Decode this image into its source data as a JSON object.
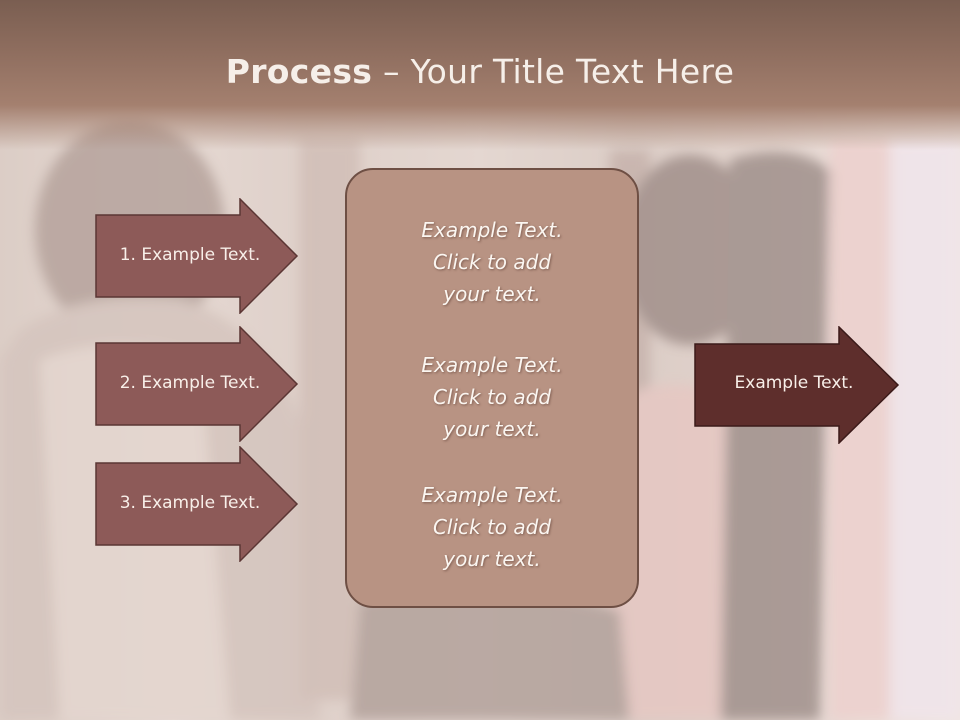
{
  "slide": {
    "title_bold": "Process",
    "title_rest": " – Your Title Text Here"
  },
  "left_steps": [
    {
      "label": "1. Example Text."
    },
    {
      "label": "2. Example Text."
    },
    {
      "label": "3. Example Text."
    }
  ],
  "center_box": {
    "paragraphs": [
      {
        "line1": "Example Text.",
        "line2": "Click  to add",
        "line3": "your text."
      },
      {
        "line1": "Example Text.",
        "line2": "Click  to add",
        "line3": "your text."
      },
      {
        "line1": "Example Text.",
        "line2": "Click  to add",
        "line3": "your text."
      }
    ]
  },
  "right_arrow": {
    "label": "Example Text."
  },
  "colors": {
    "header": "#8f6e5f",
    "step_arrow_fill": "#8d5a58",
    "right_arrow_fill": "#5e2e2c",
    "center_box_fill": "#b89383"
  }
}
